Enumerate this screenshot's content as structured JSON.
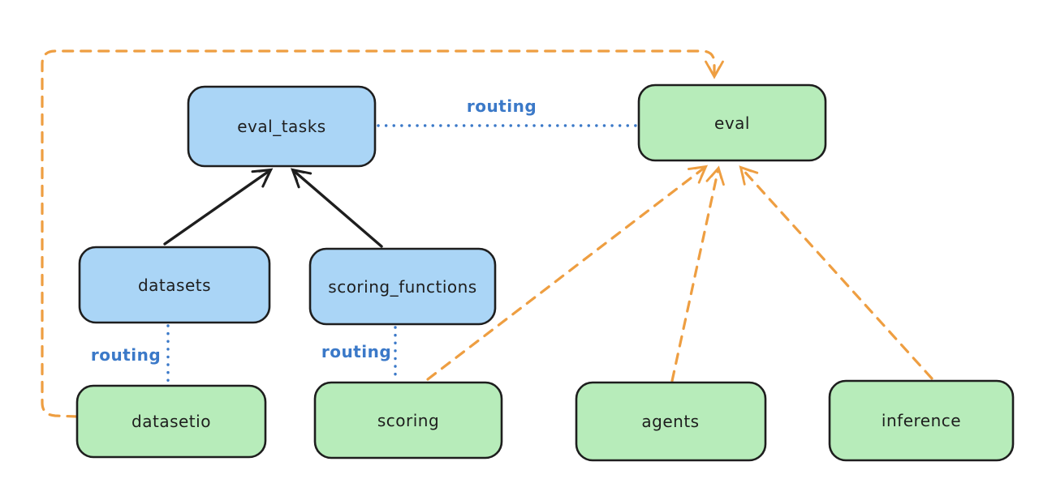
{
  "colors": {
    "background": "#ffffff",
    "resource_box_fill": "#aad5f6",
    "provider_box_fill": "#b7ecba",
    "box_border": "#1e1e1e",
    "routing_line_blue": "#3b79c8",
    "dependency_line_orange": "#ee9e41",
    "solid_arrow_black": "#1e1e1e"
  },
  "nodes": [
    {
      "id": "eval_tasks",
      "label": "eval_tasks",
      "kind": "blue-box"
    },
    {
      "id": "eval",
      "label": "eval",
      "kind": "green-box"
    },
    {
      "id": "datasets",
      "label": "datasets",
      "kind": "blue-box"
    },
    {
      "id": "scoring_functions",
      "label": "scoring_functions",
      "kind": "blue-box"
    },
    {
      "id": "datasetio",
      "label": "datasetio",
      "kind": "green-box"
    },
    {
      "id": "scoring",
      "label": "scoring",
      "kind": "green-box"
    },
    {
      "id": "agents",
      "label": "agents",
      "kind": "green-box"
    },
    {
      "id": "inference",
      "label": "inference",
      "kind": "green-box"
    }
  ],
  "routing_labels": [
    "routing",
    "routing",
    "routing"
  ],
  "edges": [
    {
      "from": "datasets",
      "to": "eval_tasks",
      "style": "solid",
      "color": "black",
      "arrow": true,
      "label": ""
    },
    {
      "from": "scoring_functions",
      "to": "eval_tasks",
      "style": "solid",
      "color": "black",
      "arrow": true,
      "label": ""
    },
    {
      "from": "eval_tasks",
      "to": "eval",
      "style": "dotted",
      "color": "blue",
      "arrow": false,
      "label": "routing"
    },
    {
      "from": "datasets",
      "to": "datasetio",
      "style": "dotted",
      "color": "blue",
      "arrow": false,
      "label": "routing"
    },
    {
      "from": "scoring_functions",
      "to": "scoring",
      "style": "dotted",
      "color": "blue",
      "arrow": false,
      "label": "routing"
    },
    {
      "from": "datasetio",
      "to": "eval",
      "style": "dashed",
      "color": "orange",
      "arrow": true,
      "label": ""
    },
    {
      "from": "scoring",
      "to": "eval",
      "style": "dashed",
      "color": "orange",
      "arrow": true,
      "label": ""
    },
    {
      "from": "agents",
      "to": "eval",
      "style": "dashed",
      "color": "orange",
      "arrow": true,
      "label": ""
    },
    {
      "from": "inference",
      "to": "eval",
      "style": "dashed",
      "color": "orange",
      "arrow": true,
      "label": ""
    }
  ]
}
